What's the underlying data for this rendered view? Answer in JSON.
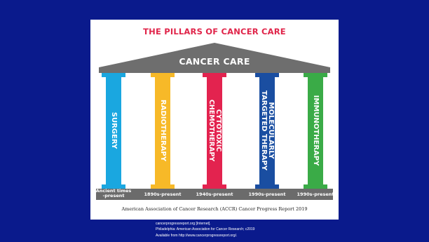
{
  "diagram": {
    "title": "THE PILLARS OF CANCER CARE",
    "roof_label": "CANCER CARE",
    "pillars": [
      {
        "label": "SURGERY",
        "period": "Ancient times\n-present",
        "color": "#1aa7e0"
      },
      {
        "label": "RADIOTHERAPY",
        "period": "1890s-present",
        "color": "#f7b928"
      },
      {
        "label": "CYTOTOXIC CHEMOTHERAPY",
        "period": "1940s-present",
        "color": "#e3234f"
      },
      {
        "label": "MOLECULARLY\nTARGETED THERAPY",
        "period": "1990s-present",
        "color": "#1a4ea1"
      },
      {
        "label": "IMMUNOTHERAPY",
        "period": "1990s-present",
        "color": "#3aab47"
      }
    ],
    "roof_color": "#6e6e6e",
    "base_color": "#6b6b6b",
    "source_caption": "American Association of Cancer Research  (ACCR) Cancer Progress Report 2019"
  },
  "citation": {
    "line1": "cancerprogressreport.org [Internet].",
    "line2": "Philadelphia: American Association for Cancer Research; c2019",
    "line3": "Available from http://www.cancerprogressreport.org/."
  },
  "colors": {
    "background": "#0a1a8c",
    "panel": "#ffffff",
    "title": "#e0254a"
  }
}
